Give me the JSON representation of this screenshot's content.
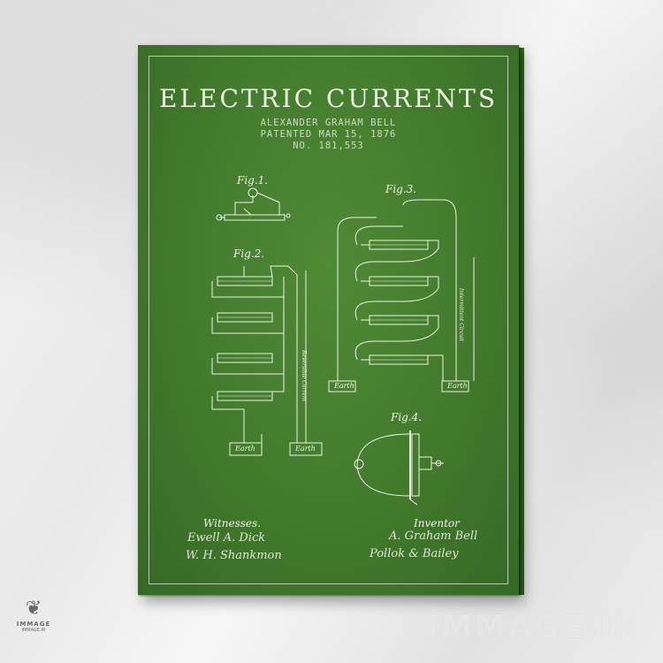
{
  "poster": {
    "title": "ELECTRIC CURRENTS",
    "inventor_name": "ALEXANDER GRAHAM BELL",
    "patent_date": "PATENTED MAR 15, 1876",
    "patent_number": "NO. 181,553",
    "figures": {
      "fig1": "Fig.1.",
      "fig2": "Fig.2.",
      "fig3": "Fig.3.",
      "fig4": "Fig.4."
    },
    "earth_label": "Earth",
    "witnesses_label": "Witnesses.",
    "inventor_label": "Inventor",
    "witness_signature_1": "Ewell A. Dick",
    "witness_signature_2": "W. H. Shankmon",
    "inventor_signature_1": "A. Graham Bell",
    "inventor_signature_2": "Pollok & Bailey"
  },
  "watermark": {
    "text": "IMMAGE.IR",
    "logo_text": "IMMAGE",
    "logo_sub": "IMMAGE.IR"
  },
  "colors": {
    "canvas_green": "#427a2c",
    "line_color": "#eef3e6",
    "wall": "#eeeeee"
  }
}
